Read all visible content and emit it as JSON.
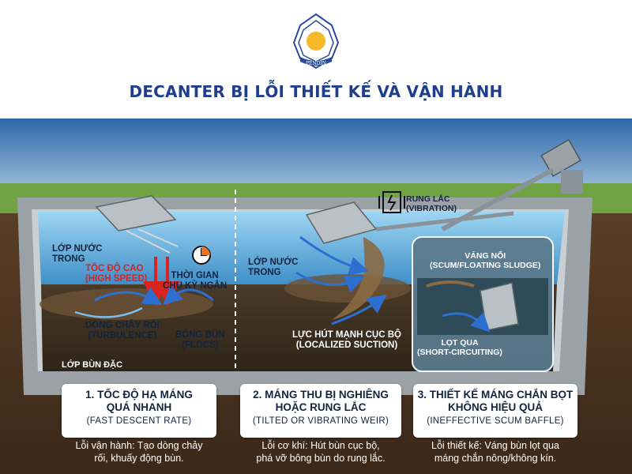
{
  "brand": {
    "logo_text": "PENDIN"
  },
  "title": "DECANTER BỊ LỖI THIẾT KẾ VÀ VẬN HÀNH",
  "labels": {
    "clear_water_1": "LỚP NƯỚC\nTRONG",
    "high_speed": "TỐC ĐỘ CAO\n(HIGH SPEED)",
    "cycle_time": "THỜI GIAN\nCHU KỲ NGẮN",
    "turbulence": "DÒNG CHẢY RỐI\n(TURBULENCE)",
    "flocs": "BÔNG BÙN\n(FLOCS)",
    "sludge_layer": "LỚP BÙN ĐẶC",
    "vibration": "RUNG LẮC\n(VIBRATION)",
    "clear_water_2": "LỚP NƯỚC\nTRONG",
    "suction": "LỰC HÚT MẠNH CỤC BỘ\n(LOCALIZED SUCTION)",
    "scum": "VÁNG NỔI\n(SCUM/FLOATING SLUDGE)",
    "short_circuit": "LỌT QUA\n(SHORT-CIRCUITING)"
  },
  "cards": [
    {
      "title": "1. TỐC ĐỘ HẠ MÁNG\nQUÁ NHANH",
      "subtitle": "(FAST DESCENT RATE)",
      "note": "Lỗi vận hành: Tạo dòng chảy\nrối, khuấy động bùn."
    },
    {
      "title": "2. MÁNG THU BỊ NGHIÊNG\nHOẶC RUNG LẮC",
      "subtitle": "(TILTED OR VIBRATING WEIR)",
      "note": "Lỗi cơ khí: Hút bùn cục bộ,\nphá vỡ bông bùn do rung lắc."
    },
    {
      "title": "3. THIẾT KẾ MÁNG CHẮN BỌT\nKHÔNG HIỆU QUẢ",
      "subtitle": "(INEFFECTIVE SCUM BAFFLE)",
      "note": "Lỗi thiết kế: Váng bùn lọt qua\nmáng chắn nông/không kín."
    }
  ],
  "icons": [
    "logo-icon",
    "clock-icon",
    "vibration-icon"
  ],
  "colors": {
    "title": "#1f3f8c",
    "accent_red": "#d8231f",
    "water": "#4aa3d8",
    "sludge": "#3a2f22"
  }
}
